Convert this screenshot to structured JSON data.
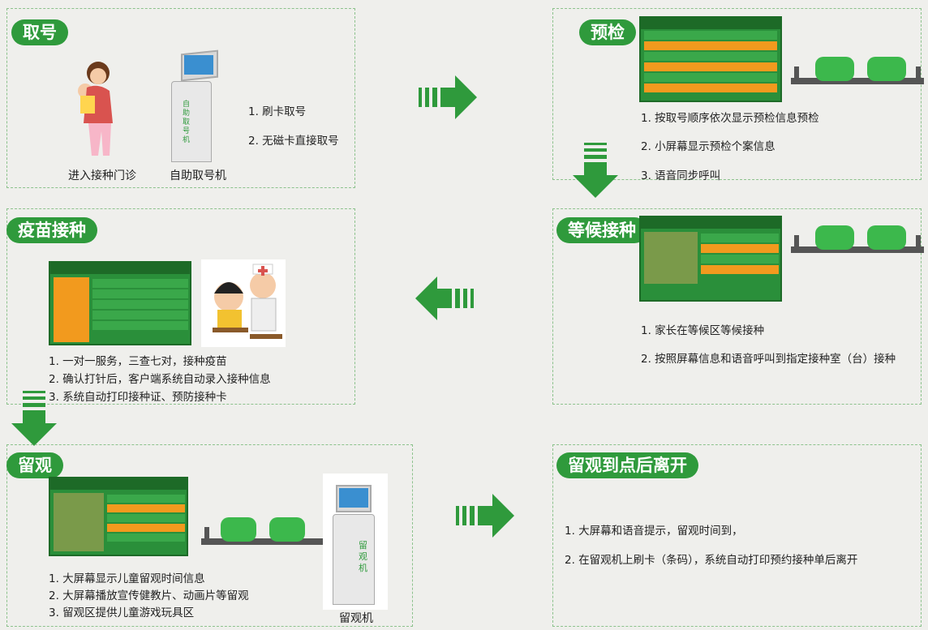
{
  "steps": {
    "take_number": {
      "title": "取号",
      "items": [
        "1. 刷卡取号",
        "2. 无磁卡直接取号"
      ],
      "captions": [
        "进入接种门诊",
        "自助取号机"
      ],
      "kiosk_text": "自助取号机"
    },
    "precheck": {
      "title": "预检",
      "items": [
        "1. 按取号顺序依次显示预检信息预检",
        "2. 小屏幕显示预检个案信息",
        "3. 语音同步呼叫"
      ]
    },
    "waiting": {
      "title": "等候接种",
      "items": [
        "1. 家长在等候区等候接种",
        "2. 按照屏幕信息和语音呼叫到指定接种室（台）接种"
      ]
    },
    "vaccination": {
      "title": "疫苗接种",
      "items": [
        "1. 一对一服务，三查七对，接种疫苗",
        "2. 确认打针后，客户端系统自动录入接种信息",
        "3. 系统自动打印接种证、预防接种卡"
      ]
    },
    "observation": {
      "title": "留观",
      "items": [
        "1. 大屏幕显示儿童留观时间信息",
        "2. 大屏幕播放宣传健教片、动画片等留观",
        "3. 留观区提供儿童游戏玩具区"
      ],
      "caption": "留观机",
      "kiosk_text": "留观机"
    },
    "leave": {
      "title": "留观到点后离开",
      "items": [
        "1. 大屏幕和语音提示，留观时间到，",
        "2. 在留观机上刷卡（条码），系统自动打印预约接种单后离开"
      ]
    }
  },
  "colors": {
    "green": "#2f9a3c",
    "panel_border": "#8cc28c",
    "background": "#efefec"
  }
}
